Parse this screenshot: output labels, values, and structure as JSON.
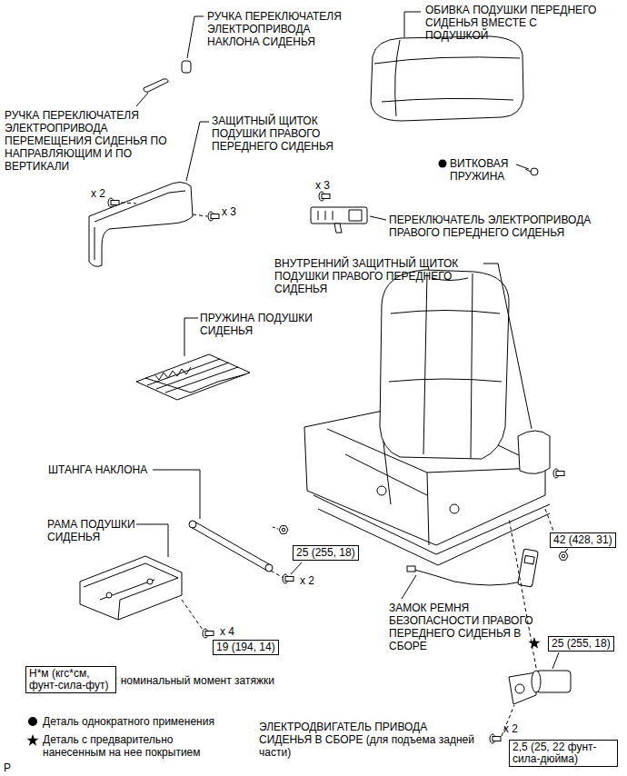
{
  "diagram": {
    "nodes": [
      {
        "text": [
          "42 (428, 31)"
        ]
      },
      {
        "text": [
          "25 (255, 18)"
        ]
      },
      {
        "text": [
          "19 (194, 14)"
        ]
      },
      {
        "text": [
          "25 (255, 18)"
        ]
      },
      {
        "text": [
          "Н*м (кгс*см, фунт-сила-фут)"
        ]
      },
      {
        "text": [
          "2,5 (25, 22 фунт-сила-дюйма)"
        ]
      }
    ],
    "labels": [
      "РУЧКА ПЕРЕКЛЮЧАТЕЛЯ ЭЛЕКТРОПРИВОДА НАКЛОНА СИДЕНЬЯ",
      "ОБИВКА ПОДУШКИ ПЕРЕДНЕГО СИДЕНЬЯ ВМЕСТЕ С ПОДУШКОЙ",
      "РУЧКА ПЕРЕКЛЮЧАТЕЛЯ ЭЛЕКТРОПРИВОДА ПЕРЕМЕЩЕНИЯ СИДЕНЬЯ ПО НАПРАВЛЯЮЩИМ И ПО ВЕРТИКАЛИ",
      "ЗАЩИТНЫЙ ЩИТОК ПОДУШКИ ПРАВОГО ПЕРЕДНЕГО СИДЕНЬЯ",
      "ВИТКОВАЯ ПРУЖИНА",
      "x 2",
      "x 3",
      "x 3",
      "ПЕРЕКЛЮЧАТЕЛЬ ЭЛЕКТРОПРИВОДА ПРАВОГО ПЕРЕДНЕГО СИДЕНЬЯ",
      "ВНУТРЕННИЙ ЗАЩИТНЫЙ ЩИТОК ПОДУШКИ ПРАВОГО ПЕРЕДНЕГО СИДЕНЬЯ",
      "ПРУЖИНА ПОДУШКИ СИДЕНЬЯ",
      "ШТАНГА НАКЛОНА",
      "РАМА ПОДУШКИ СИДЕНЬЯ",
      "x 2",
      "x 4",
      "ЗАМОК РЕМНЯ БЕЗОПАСНОСТИ ПРАВОГО ПЕРЕДНЕГО СИДЕНЬЯ В СБОРЕ",
      ": номинальный момент затяжки",
      "ЭЛЕКТРОДВИГАТЕЛЬ ПРИВОДА СИДЕНЬЯ В СБОРЕ (для подъема задней части)",
      "x 2",
      "P"
    ],
    "legend": [
      {
        "text": "Деталь однократного применения"
      },
      {
        "text": "Деталь с предварительно нанесенным на нее покрытием"
      }
    ]
  }
}
